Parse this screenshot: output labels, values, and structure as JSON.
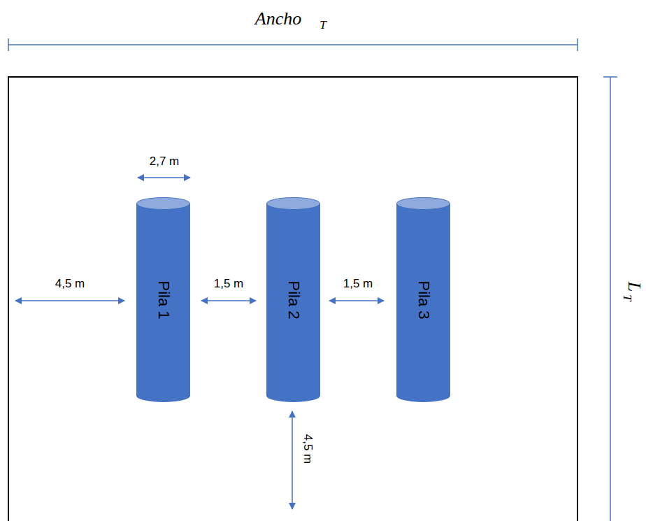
{
  "diagram": {
    "nodes": [
      {
        "text": [
          "Pila 1"
        ]
      },
      {
        "text": [
          "Pila 2"
        ]
      },
      {
        "text": [
          "Pila 3"
        ]
      }
    ],
    "labels": [
      "Ancho",
      "T",
      "L",
      "T",
      "2,7 m",
      "4,5 m",
      "1,5 m",
      "1,5 m",
      "4,5 m"
    ]
  }
}
